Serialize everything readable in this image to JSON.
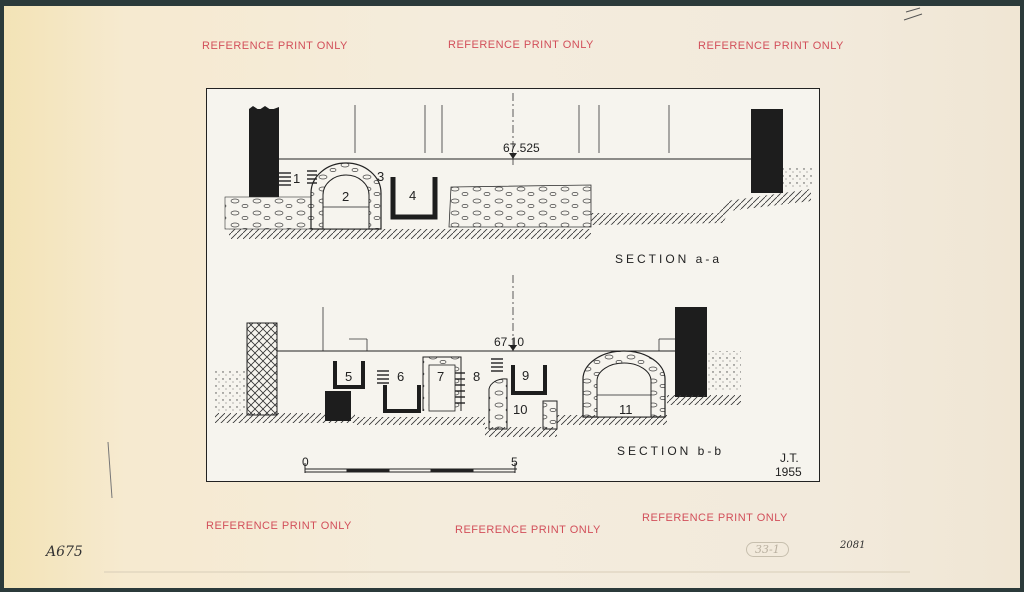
{
  "stamps": [
    {
      "id": "stamp-1",
      "text": "REFERENCE PRINT ONLY"
    },
    {
      "id": "stamp-2",
      "text": "REFERENCE PRINT ONLY"
    },
    {
      "id": "stamp-3",
      "text": "REFERENCE PRINT ONLY"
    },
    {
      "id": "stamp-4",
      "text": "REFERENCE PRINT ONLY"
    },
    {
      "id": "stamp-5",
      "text": "REFERENCE PRINT ONLY"
    },
    {
      "id": "stamp-6",
      "text": "REFERENCE PRINT ONLY"
    }
  ],
  "handwritten": {
    "catalog_code": "A675",
    "sheet_number": "2081",
    "circled_note": "33-1"
  },
  "drawing": {
    "section_a": {
      "title": "SECTION a-a",
      "level": "67.525",
      "labels": [
        "1",
        "2",
        "3",
        "4"
      ]
    },
    "section_b": {
      "title": "SECTION b-b",
      "level": "67.10",
      "labels": [
        "5",
        "6",
        "7",
        "8",
        "9",
        "10",
        "11"
      ]
    },
    "scale": {
      "start": "0",
      "end": "5"
    },
    "author": "J.T.",
    "year": "1955"
  },
  "colors": {
    "stamp": "#d24f5a",
    "ink": "#222222",
    "paper": "#f4ecdd"
  }
}
